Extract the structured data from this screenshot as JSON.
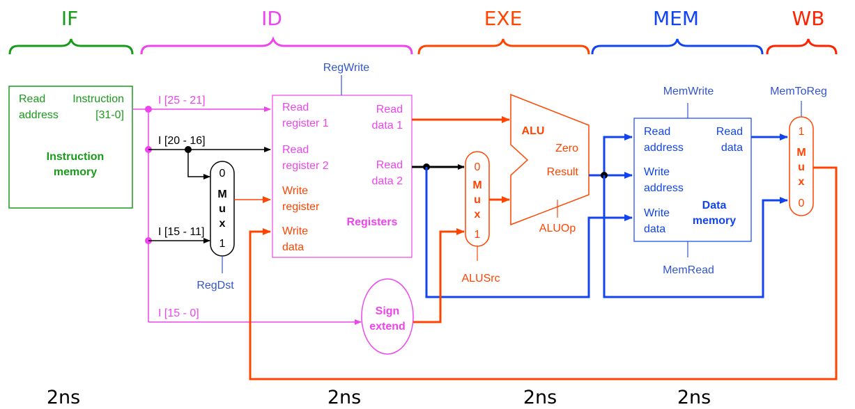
{
  "colors": {
    "if": "#1a9a1a",
    "id": "#ee44ee",
    "exe": "#ff4400",
    "mem": "#1144ee",
    "wb": "#ff2200",
    "control": "#3355cc",
    "wire_black": "#000000",
    "wire_orange": "#ff4400",
    "wire_blue": "#1144ee"
  },
  "stages": {
    "if": "IF",
    "id": "ID",
    "exe": "EXE",
    "mem": "MEM",
    "wb": "WB"
  },
  "timings": {
    "if": "2ns",
    "id": "2ns",
    "exe": "2ns",
    "mem": "2ns"
  },
  "instruction_memory": {
    "read": "Read",
    "instruction": "Instruction",
    "address": "address",
    "bits": "[31-0]",
    "title_line1": "Instruction",
    "title_line2": "memory"
  },
  "fields": {
    "rs": "I [25 - 21]",
    "rt": "I [20 - 16]",
    "rd": "I [15 - 11]",
    "imm": "I [15 - 0]"
  },
  "registers": {
    "control": "RegWrite",
    "read_reg1_a": "Read",
    "read_reg1_b": "register 1",
    "read_reg2_a": "Read",
    "read_reg2_b": "register 2",
    "write_reg_a": "Write",
    "write_reg_b": "register",
    "write_data_a": "Write",
    "write_data_b": "data",
    "read_data1_a": "Read",
    "read_data1_b": "data 1",
    "read_data2_a": "Read",
    "read_data2_b": "data 2",
    "title": "Registers"
  },
  "regdst_mux": {
    "in0": "0",
    "in1": "1",
    "m": "M",
    "u": "u",
    "x": "x",
    "control": "RegDst"
  },
  "alusrc_mux": {
    "in0": "0",
    "in1": "1",
    "m": "M",
    "u": "u",
    "x": "x",
    "control": "ALUSrc"
  },
  "sign_extend": {
    "line1": "Sign",
    "line2": "extend"
  },
  "alu": {
    "title": "ALU",
    "zero": "Zero",
    "result": "Result",
    "control": "ALUOp"
  },
  "data_memory": {
    "control_top": "MemWrite",
    "control_bottom": "MemRead",
    "read_addr_a": "Read",
    "read_addr_b": "address",
    "write_addr_a": "Write",
    "write_addr_b": "address",
    "write_data_a": "Write",
    "write_data_b": "data",
    "read_data_a": "Read",
    "read_data_b": "data",
    "title_line1": "Data",
    "title_line2": "memory"
  },
  "wb_mux": {
    "control": "MemToReg",
    "in1": "1",
    "in0": "0",
    "m": "M",
    "u": "u",
    "x": "x"
  }
}
